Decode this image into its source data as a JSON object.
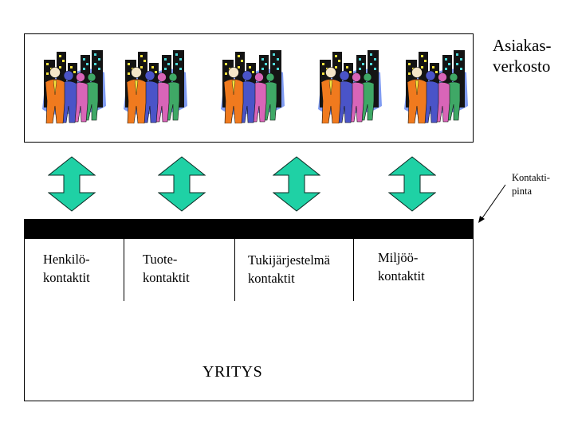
{
  "network": {
    "label_line1": "Asiakas-",
    "label_line2": "verkosto",
    "group_count": 5,
    "icon": "crowd-of-business-people-icon"
  },
  "arrows": {
    "count": 4,
    "color": "#1fd1a5",
    "icon": "double-headed-vertical-arrow-icon"
  },
  "contact_surface": {
    "label_line1": "Kontakti-",
    "label_line2": "pinta",
    "bar_color": "#000000"
  },
  "contact_types": [
    {
      "line1": "Henkilö-",
      "line2": "kontaktit"
    },
    {
      "line1": "Tuote-",
      "line2": "kontaktit"
    },
    {
      "line1": "Tukijärjestelmä",
      "line2": "kontaktit"
    },
    {
      "line1": "Miljöö-",
      "line2": "kontaktit"
    }
  ],
  "company": {
    "label": "YRITYS"
  },
  "colors": {
    "person_orange": "#f07a1e",
    "person_blue": "#4a54c8",
    "person_pink": "#d865b8",
    "person_green": "#3fa866",
    "backdrop_blue": "#7f9bf2",
    "building_dark": "#141414",
    "window_yellow": "#f5e23c",
    "window_cyan": "#4fd9d9"
  }
}
